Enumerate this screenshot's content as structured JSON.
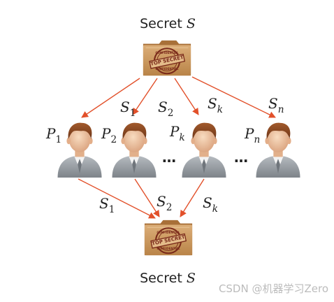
{
  "diagram": {
    "top_label": {
      "text": "Secret",
      "var": "S"
    },
    "bottom_label": {
      "text": "Secret",
      "var": "S"
    },
    "folder_stamp": {
      "top": "CONFIDENTIAL",
      "main": "TOP SECRET",
      "bottom": "CONFIDENTIAL"
    },
    "participants": [
      {
        "base": "P",
        "sub": "1"
      },
      {
        "base": "P",
        "sub": "2"
      },
      {
        "base": "P",
        "sub": "k"
      },
      {
        "base": "P",
        "sub": "n"
      }
    ],
    "shares_out": [
      {
        "base": "S",
        "sub": "1"
      },
      {
        "base": "S",
        "sub": "2"
      },
      {
        "base": "S",
        "sub": "k"
      },
      {
        "base": "S",
        "sub": "n"
      }
    ],
    "shares_in": [
      {
        "base": "S",
        "sub": "1"
      },
      {
        "base": "S",
        "sub": "2"
      },
      {
        "base": "S",
        "sub": "k"
      }
    ],
    "ellipsis": "…",
    "watermark": "CSDN @机器学习Zero",
    "colors": {
      "arrow": "#e2502a",
      "folder": "#c8935a",
      "stamp": "#7a2a1a",
      "hair": "#8a4a22",
      "suit": "#9aa0a6",
      "skin": "#f1c9a5"
    }
  }
}
